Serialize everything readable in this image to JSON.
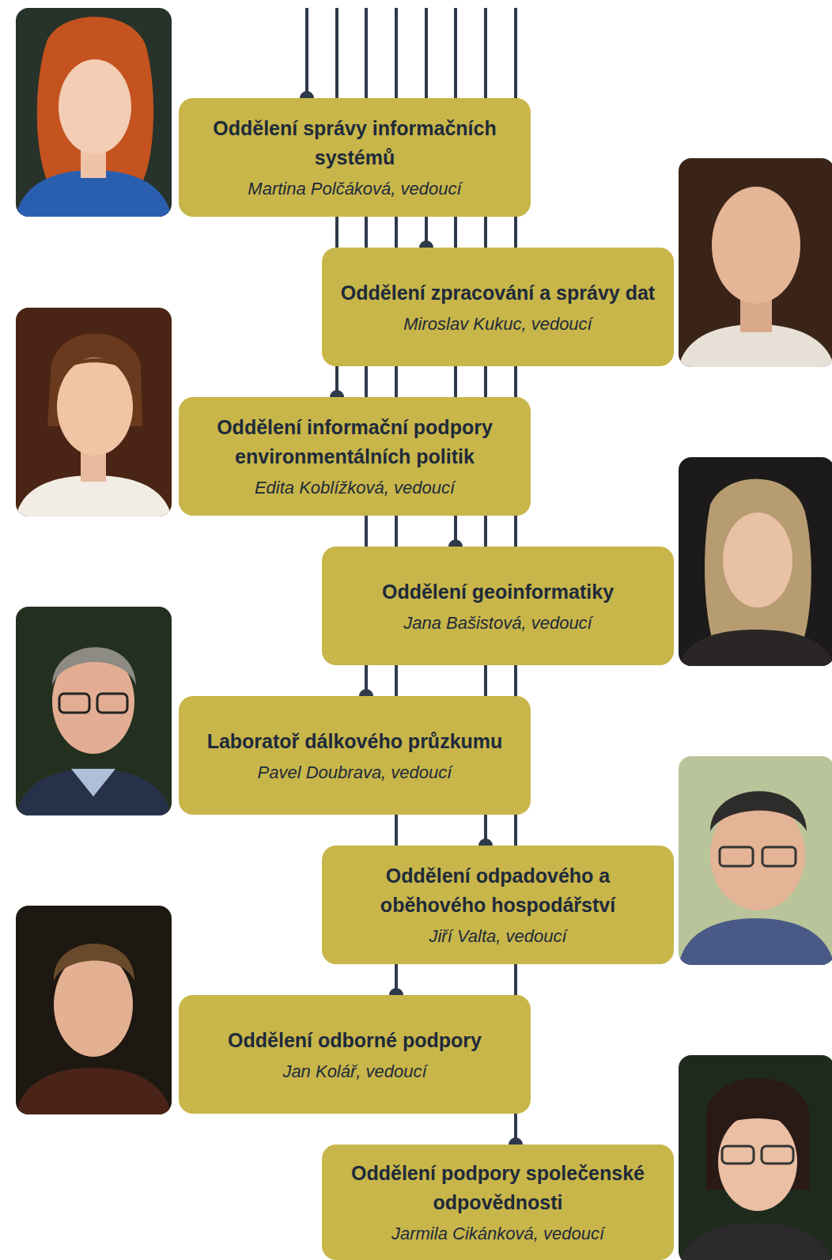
{
  "diagram": {
    "nodes": [
      {
        "text": [
          "Oddělení správy informačních systémů",
          "Martina Polčáková, vedoucí"
        ]
      },
      {
        "text": [
          "Oddělení zpracování a správy dat",
          "Miroslav Kukuc, vedoucí"
        ]
      },
      {
        "text": [
          "Oddělení informační podpory environmentálních politik",
          "Edita Koblížková, vedoucí"
        ]
      },
      {
        "text": [
          "Oddělení geoinformatiky",
          "Jana Bašistová, vedoucí"
        ]
      },
      {
        "text": [
          "Laboratoř dálkového průzkumu",
          "Pavel Doubrava, vedoucí"
        ]
      },
      {
        "text": [
          "Oddělení odpadového a oběhového hospodářství",
          "Jiří Valta, vedoucí"
        ]
      },
      {
        "text": [
          "Oddělení odborné podpory",
          "Jan Kolář, vedoucí"
        ]
      },
      {
        "text": [
          "Oddělení podpory společenské odpovědnosti",
          "Jarmila Cikánková, vedoucí"
        ]
      }
    ]
  }
}
